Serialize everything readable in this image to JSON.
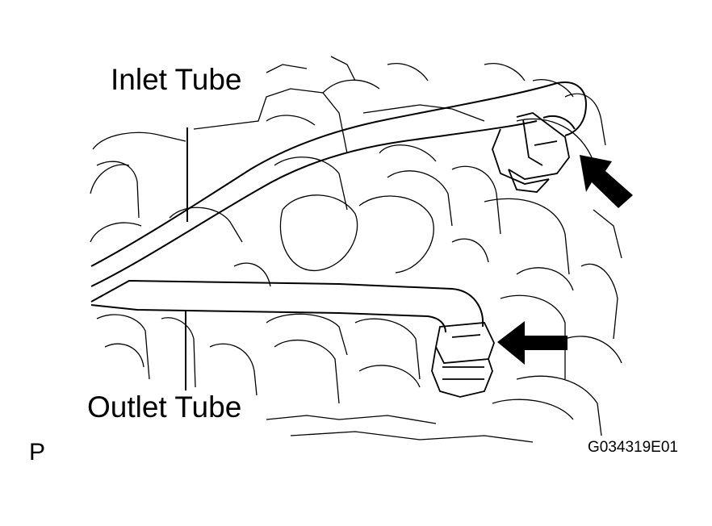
{
  "labels": {
    "inlet_tube": "Inlet Tube",
    "outlet_tube": "Outlet Tube",
    "panel_letter": "P",
    "figure_code": "G034319E01"
  },
  "colors": {
    "line": "#000000",
    "background": "#ffffff"
  }
}
